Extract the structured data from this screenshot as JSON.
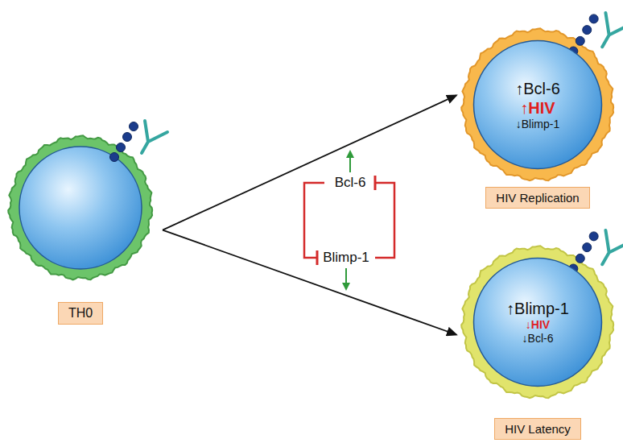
{
  "diagram": {
    "nodes": [
      {
        "text": [
          "TH0"
        ]
      },
      {
        "text": [
          "HIV Replication"
        ]
      },
      {
        "text": [
          "↑Bcl-6",
          "↑HIV",
          "↓Blimp-1"
        ],
        "in": 1
      },
      {
        "text": [
          "HIV Latency"
        ]
      },
      {
        "text": [
          "↑Blimp-1",
          "↓HIV",
          "↓Bcl-6"
        ],
        "in": 3
      }
    ],
    "edges": [
      {
        "from": 0,
        "to": 1,
        "arrow": "to"
      },
      {
        "from": 0,
        "to": 3,
        "arrow": "to"
      }
    ],
    "labels": [
      "Bcl-6",
      "Blimp-1"
    ]
  }
}
